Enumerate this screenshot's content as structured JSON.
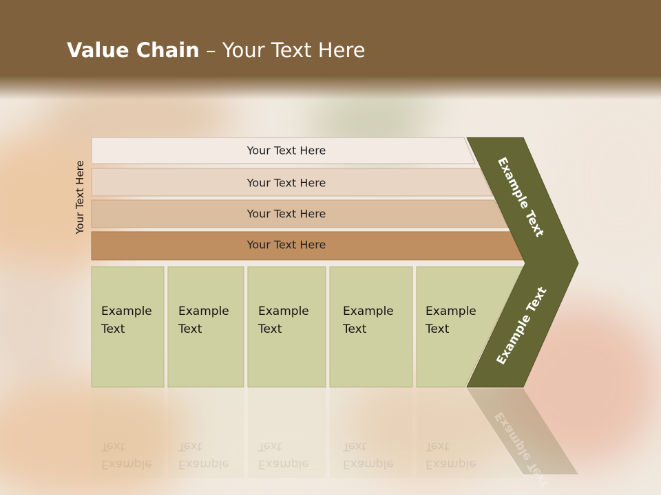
{
  "slide": {
    "title_bold": "Value Chain",
    "title_rest": " – Your Text Here",
    "side_label": "Your Text Here"
  },
  "bars": [
    {
      "label": "Your Text Here",
      "color": "#f3eae4"
    },
    {
      "label": "Your Text Here",
      "color": "#e9d5c3"
    },
    {
      "label": "Your Text Here",
      "color": "#dbbe9f"
    },
    {
      "label": "Your Text Here",
      "color": "#bf8f61"
    }
  ],
  "boxes": [
    {
      "line1": "Example",
      "line2": "Text"
    },
    {
      "line1": "Example",
      "line2": "Text"
    },
    {
      "line1": "Example",
      "line2": "Text"
    },
    {
      "line1": "Example",
      "line2": "Text"
    },
    {
      "line1": "Example",
      "line2": "Text"
    }
  ],
  "chevron": {
    "upper_label": "Example Text",
    "lower_label": "Example Text",
    "color": "#646734"
  },
  "colors": {
    "header": "#80613d",
    "box_fill": "#cfd0a1",
    "box_border": "#b5b684"
  }
}
